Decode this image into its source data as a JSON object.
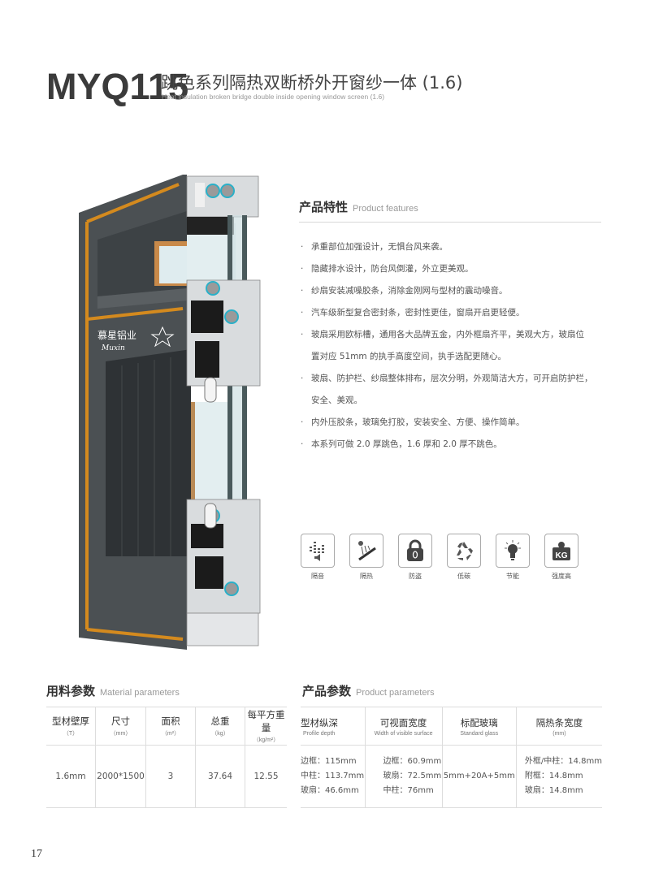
{
  "header": {
    "model": "MYQ115",
    "title_cn": "跳色系列隔热双断桥外开窗纱一体 (1.6)",
    "title_en": "Heat insulation broken bridge double inside opening window screen (1.6)"
  },
  "illustration": {
    "logo_cn": "慕星铝业",
    "logo_en": "Muxin"
  },
  "features": {
    "title_cn": "产品特性",
    "title_en": "Product features",
    "bullet": "·",
    "items": [
      [
        "承重部位加强设计，无惧台风来袭。"
      ],
      [
        "隐藏排水设计，防台风倒灌，外立更美观。"
      ],
      [
        "纱扇安装减噪胶条，消除金刚网与型材的震动噪音。"
      ],
      [
        "汽车级新型复合密封条，密封性更佳，窗扇开启更轻便。"
      ],
      [
        "玻扇采用欧标槽，通用各大品牌五金，内外框扇齐平，美观大方，玻扇位",
        "置对应 51mm 的执手高度空间，执手选配更随心。"
      ],
      [
        "玻扇、防护栏、纱扇整体排布，层次分明，外观简洁大方，可开启防护栏，",
        "安全、美观。"
      ],
      [
        "内外压胶条，玻璃免打胶，安装安全、方便、操作简单。"
      ],
      [
        "本系列可做 2.0 厚跳色，1.6 厚和 2.0 厚不跳色。"
      ]
    ]
  },
  "icons": [
    {
      "name": "sound-insulation-icon",
      "label": "隔音"
    },
    {
      "name": "heat-insulation-icon",
      "label": "隔热"
    },
    {
      "name": "anti-theft-lock-icon",
      "label": "防盗"
    },
    {
      "name": "low-carbon-recycle-icon",
      "label": "低碳"
    },
    {
      "name": "energy-saving-bulb-icon",
      "label": "节能"
    },
    {
      "name": "high-strength-kg-icon",
      "label": "强度高",
      "glyph": "KG"
    }
  ],
  "material": {
    "title_cn": "用料参数",
    "title_en": "Material parameters",
    "headers": [
      {
        "cn": "型材壁厚",
        "sub": "（T）"
      },
      {
        "cn": "尺寸",
        "sub": "（mm）"
      },
      {
        "cn": "面积",
        "sub": "（m²）"
      },
      {
        "cn": "总重",
        "sub": "（kg）"
      },
      {
        "cn": "每平方重量",
        "sub": "（kg/m²）"
      }
    ],
    "row": [
      "1.6mm",
      "2000*1500",
      "3",
      "37.64",
      "12.55"
    ]
  },
  "product": {
    "title_cn": "产品参数",
    "title_en": "Product parameters",
    "headers": [
      {
        "cn": "型材纵深",
        "sub": "Profile depth"
      },
      {
        "cn": "可视面宽度",
        "sub": "Width of visible surface"
      },
      {
        "cn": "标配玻璃",
        "sub": "Standard glass"
      },
      {
        "cn": "隔热条宽度",
        "sub": "(mm)"
      }
    ],
    "cells": [
      [
        "边框：115mm",
        "中柱：113.7mm",
        "玻扇：46.6mm"
      ],
      [
        "边框：60.9mm",
        "玻扇：72.5mm",
        "中柱：76mm"
      ],
      [
        "5mm+20A+5mm"
      ],
      [
        "外框/中柱：14.8mm",
        "附框：14.8mm",
        "玻扇：14.8mm"
      ]
    ]
  },
  "page_number": "17",
  "colors": {
    "frame": "#4b5053",
    "stripe": "#d48a1e",
    "text": "#444444"
  }
}
